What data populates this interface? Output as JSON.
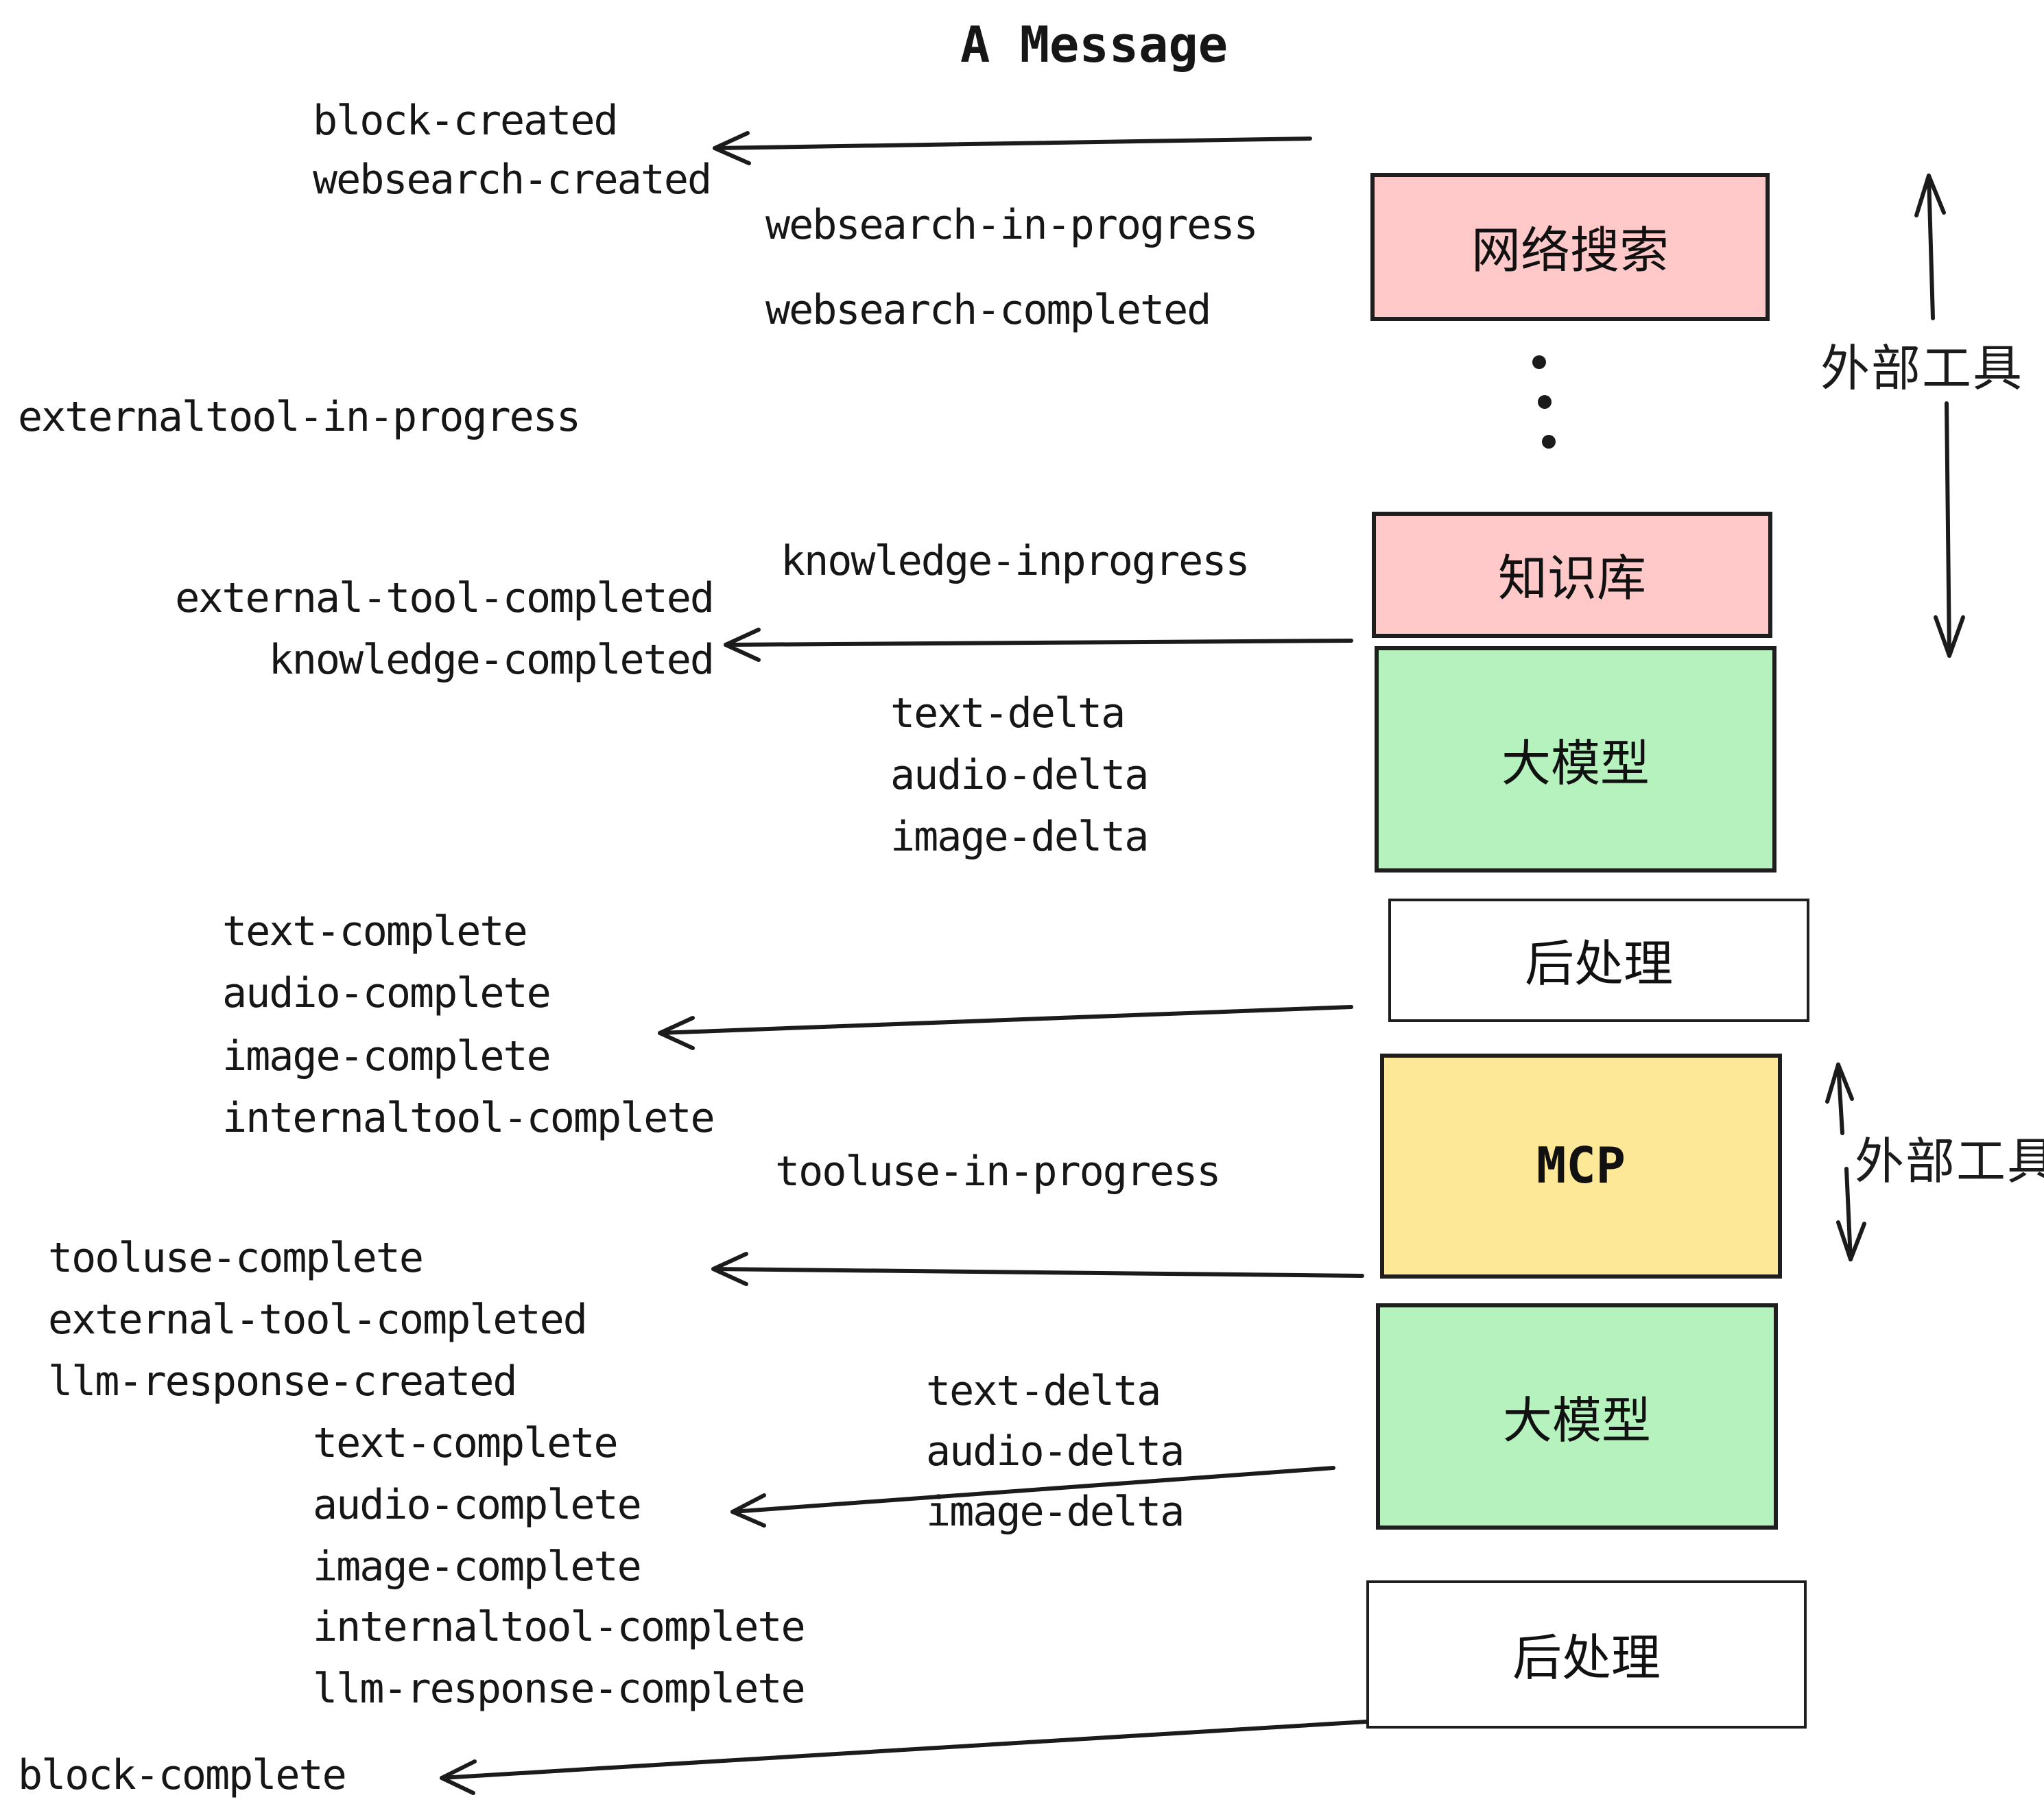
{
  "title": "A Message",
  "colors": {
    "pink_box": "#ffc9c9",
    "green_box": "#b5f2bd",
    "yellow_box": "#fde897",
    "white_box": "#ffffff",
    "ink": "#1b1b1b"
  },
  "boxes": {
    "websearch": "网络搜索",
    "knowledge": "知识库",
    "llm": "大模型",
    "postprocess": "后处理",
    "mcp": "MCP"
  },
  "annotations": {
    "external_tools": "外部工具"
  },
  "events": {
    "block_created": "block-created",
    "websearch_created": "websearch-created",
    "websearch_in_progress": "websearch-in-progress",
    "websearch_completed": "websearch-completed",
    "externaltool_in_progress": "externaltool-in-progress",
    "knowledge_inprogress": "knowledge-inprogress",
    "external_tool_completed": "external-tool-completed",
    "knowledge_completed": "knowledge-completed",
    "text_delta": "text-delta",
    "audio_delta": "audio-delta",
    "image_delta": "image-delta",
    "text_complete": "text-complete",
    "audio_complete": "audio-complete",
    "image_complete": "image-complete",
    "internaltool_complete": "internaltool-complete",
    "tooluse_in_progress": "tooluse-in-progress",
    "tooluse_complete": "tooluse-complete",
    "llm_response_created": "llm-response-created",
    "llm_response_complete": "llm-response-complete",
    "block_complete": "block-complete"
  }
}
